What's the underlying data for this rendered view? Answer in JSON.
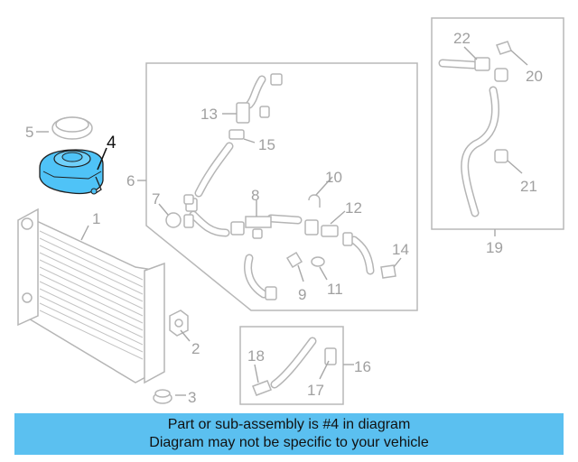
{
  "callouts": {
    "c1": "1",
    "c2": "2",
    "c3": "3",
    "c4": "4",
    "c5": "5",
    "c6": "6",
    "c7": "7",
    "c8": "8",
    "c9": "9",
    "c10": "10",
    "c11": "11",
    "c12": "12",
    "c13": "13",
    "c14": "14",
    "c15": "15",
    "c16": "16",
    "c17": "17",
    "c18": "18",
    "c19": "19",
    "c20": "20",
    "c21": "21",
    "c22": "22"
  },
  "highlight": {
    "part": "4",
    "color": "#4fc3f7"
  },
  "banner": {
    "line1": "Part or sub-assembly is #4 in diagram",
    "line2": "Diagram may not be specific to your vehicle",
    "background": "#5bc0f0"
  }
}
